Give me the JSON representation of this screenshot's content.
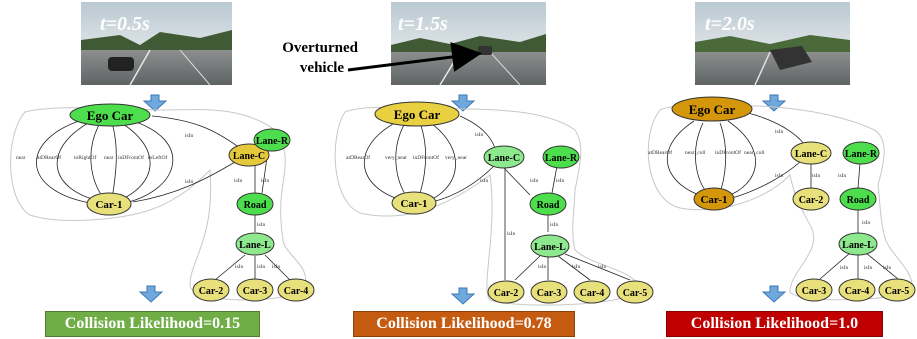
{
  "panels": [
    {
      "time": "t=0.5s",
      "nodes": {
        "ego": "Ego Car",
        "car1": "Car-1",
        "lanec": "Lane-C",
        "laner": "Lane-R",
        "road": "Road",
        "lanel": "Lane-L",
        "car2": "Car-2",
        "car3": "Car-3",
        "car4": "Car-4"
      },
      "edges": {
        "e1": "near",
        "e2": "atDRearOf",
        "e3": "toRightOf",
        "e4": "near",
        "e5": "inDFrontOf",
        "e6": "toLeftOf",
        "isin_ego_lanec": "isIn",
        "isin_car1_lanec": "isIn",
        "isin_lanec_road": "isIn",
        "isin_laner_road": "isIn",
        "isin_lanel_road": "isIn",
        "isin_car2": "isIn",
        "isin_car3": "isIn",
        "isin_car4": "isIn"
      },
      "result": "Collision Likelihood=0.15",
      "colors": {
        "ego": "#4dde4d",
        "car1": "#e8e07a",
        "lanec": "#e6c93a",
        "box": "#70ad47"
      }
    },
    {
      "time": "t=1.5s",
      "annotation": "Overturned vehicle",
      "nodes": {
        "ego": "Ego Car",
        "car1": "Car-1",
        "lanec": "Lane-C",
        "laner": "Lane-R",
        "road": "Road",
        "lanel": "Lane-L",
        "car2": "Car-2",
        "car3": "Car-3",
        "car4": "Car-4",
        "car5": "Car-5"
      },
      "edges": {
        "e1": "atDRearOf",
        "e2": "very_near",
        "e3": "inDFrontOf",
        "e4": "very_near",
        "isin_ego_lanec": "isIn",
        "isin_car1_lanec": "isIn",
        "isin_lanec_road": "isIn",
        "isin_laner_road": "isIn",
        "isin_lanec_car2": "isIn",
        "isin_lanel_road": "isIn",
        "isin_car3": "isIn",
        "isin_car4": "isIn",
        "isin_car5": "isIn"
      },
      "result": "Collision Likelihood=0.78",
      "colors": {
        "ego": "#e8d040",
        "car1": "#e8e07a",
        "lanec": "#8ee88e",
        "box": "#c55a11"
      }
    },
    {
      "time": "t=2.0s",
      "nodes": {
        "ego": "Ego Car",
        "car1": "Car-1",
        "lanec": "Lane-C",
        "laner": "Lane-R",
        "road": "Road",
        "lanel": "Lane-L",
        "car2": "Car-2",
        "car3": "Car-3",
        "car4": "Car-4",
        "car5": "Car-5"
      },
      "edges": {
        "e1": "atDRearOf",
        "e2": "near_coll",
        "e3": "inDFrontOf",
        "e4": "near_coll",
        "isin_ego_lanec": "isIn",
        "isin_car1_lanec": "isIn",
        "isin_car2_lanec": "isIn",
        "isin_laner_road": "isIn",
        "isin_road_lanel": "isIn",
        "isin_car3": "isIn",
        "isin_car4": "isIn",
        "isin_car5": "isIn"
      },
      "result": "Collision Likelihood=1.0",
      "colors": {
        "ego": "#d4960a",
        "car1": "#d4960a",
        "lanec": "#e8e07a",
        "box": "#c00000"
      }
    }
  ]
}
